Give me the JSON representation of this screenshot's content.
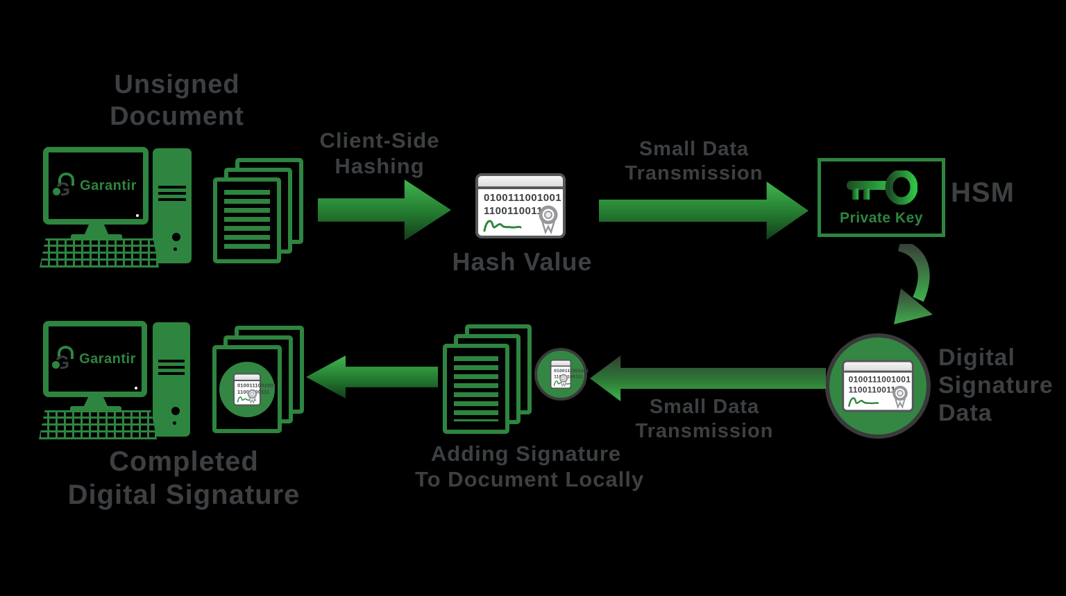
{
  "colors": {
    "green": "#2e8540",
    "green-bright": "#3fae4b",
    "green-deep": "#143c1a",
    "arrow-dark-top": "#343e35",
    "gray-text": "#3d4043",
    "card-border": "#55575a",
    "ribbon": "#96979a",
    "circle-green": "#338743",
    "ring-dark": "#3a3a3a"
  },
  "logo": {
    "monogram": "G",
    "brand": "Garantir"
  },
  "hash_card": {
    "binary_line1": "0100111001001",
    "binary_line2": "11001100111"
  },
  "labels": {
    "unsigned": {
      "line1": "Unsigned",
      "line2": "Document"
    },
    "hashing": {
      "line1": "Client-Side",
      "line2": "Hashing"
    },
    "hash_value": "Hash Value",
    "transmission_top": {
      "line1": "Small Data",
      "line2": "Transmission"
    },
    "hsm": "HSM",
    "private_key": "Private Key",
    "signature_data": {
      "line1": "Digital",
      "line2": "Signature",
      "line3": "Data"
    },
    "transmission_bottom": {
      "line1": "Small Data",
      "line2": "Transmission"
    },
    "adding": {
      "line1": "Adding Signature",
      "line2": "To Document Locally"
    },
    "completed": {
      "line1": "Completed",
      "line2": "Digital Signature"
    }
  }
}
